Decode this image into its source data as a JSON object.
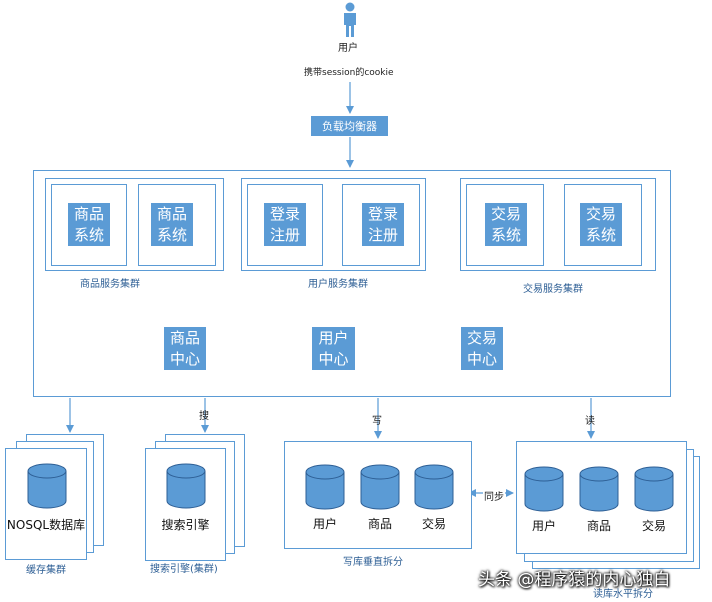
{
  "user": {
    "label": "用户",
    "cookie_note": "携带session的cookie"
  },
  "load_balancer": "负载均衡器",
  "clusters": {
    "product": {
      "label": "商品服务集群",
      "nodes": [
        [
          "商品",
          "系统"
        ],
        [
          "商品",
          "系统"
        ]
      ]
    },
    "user": {
      "label": "用户服务集群",
      "nodes": [
        [
          "登录",
          "注册"
        ],
        [
          "登录",
          "注册"
        ]
      ]
    },
    "trade": {
      "label": "交易服务集群",
      "nodes": [
        [
          "交易",
          "系统"
        ],
        [
          "交易",
          "系统"
        ]
      ]
    }
  },
  "centers": {
    "product": [
      "商品",
      "中心"
    ],
    "user": [
      "用户",
      "中心"
    ],
    "trade": [
      "交易",
      "中心"
    ]
  },
  "arrows": {
    "search": "搜",
    "write": "写",
    "read": "读",
    "sync": "同步"
  },
  "storage": {
    "cache": {
      "db_label": "NOSQL数据库",
      "caption": "缓存集群"
    },
    "search": {
      "db_label": "搜索引擎",
      "caption": "搜索引擎(集群)"
    },
    "write": {
      "dbs": [
        "用户",
        "商品",
        "交易"
      ],
      "caption": "写库垂直拆分"
    },
    "read": {
      "dbs": [
        "用户",
        "商品",
        "交易"
      ],
      "caption": "读库水平拆分"
    }
  },
  "watermark": "头条 @程序猿的内心独白",
  "colors": {
    "primary": "#5b9bd5",
    "label": "#2e5f95",
    "line": "#5b9bd5"
  }
}
